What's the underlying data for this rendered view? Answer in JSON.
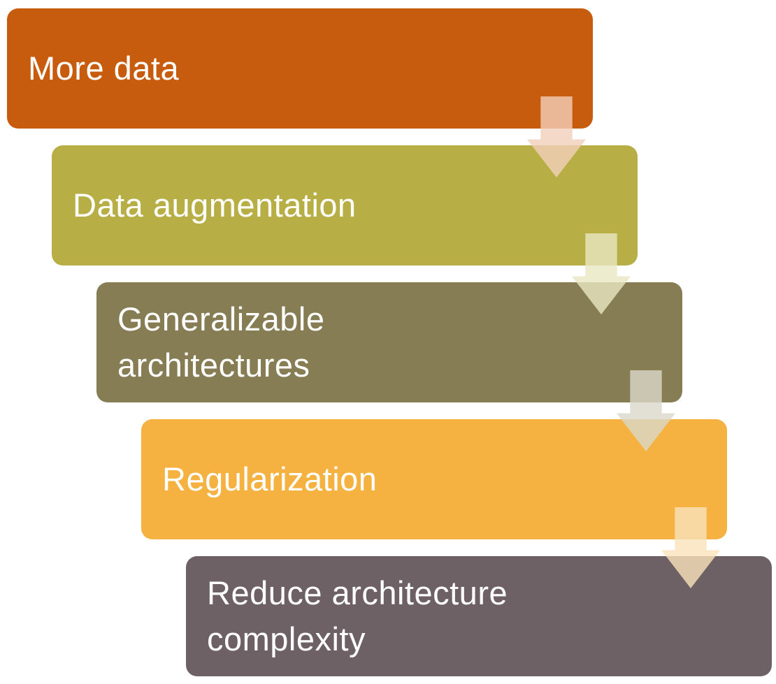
{
  "diagram": {
    "type": "step-down-process",
    "background_color": "#ffffff",
    "text_color": "#ffffff",
    "steps": [
      {
        "label": "More data",
        "color": "#c85c0e"
      },
      {
        "label": "Data augmentation",
        "color": "#b8ae46"
      },
      {
        "label": "Generalizable architectures",
        "color": "#867d55"
      },
      {
        "label": "Regularization",
        "color": "#f5b240"
      },
      {
        "label": "Reduce architecture complexity",
        "color": "#6e6166"
      }
    ],
    "arrows": [
      {
        "name": "down-arrow-1",
        "color": "#f3d0ba"
      },
      {
        "name": "down-arrow-2",
        "color": "#eae7c2"
      },
      {
        "name": "down-arrow-3",
        "color": "#dbd8c9"
      },
      {
        "name": "down-arrow-4",
        "color": "#f9e2bc"
      }
    ]
  }
}
